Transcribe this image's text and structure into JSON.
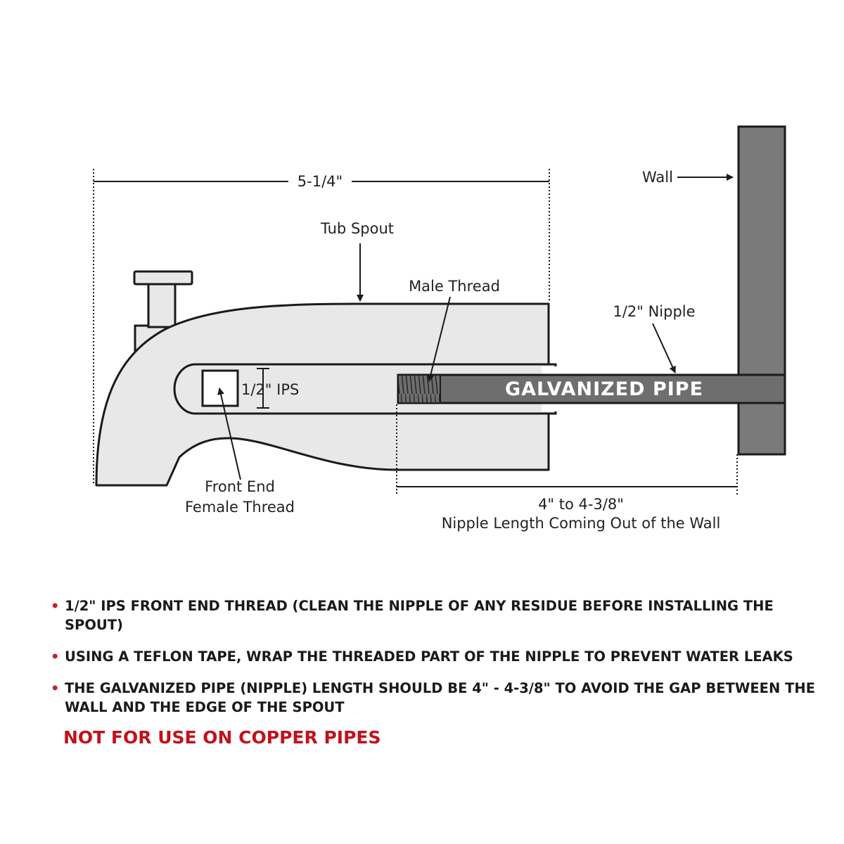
{
  "diagram": {
    "labels": {
      "overall_length": "5-1/4\"",
      "tub_spout": "Tub Spout",
      "male_thread": "Male Thread",
      "wall": "Wall",
      "nipple": "1/2\" Nipple",
      "ips": "1/2\" IPS",
      "pipe": "GALVANIZED PIPE",
      "front_end_line1": "Front End",
      "front_end_line2": "Female Thread",
      "nipple_length_line1": "4\" to 4-3/8\"",
      "nipple_length_line2": "Nipple Length Coming Out of the Wall"
    },
    "colors": {
      "spout_fill": "#e8e8e8",
      "pipe_fill": "#6e6e6e",
      "wall_fill": "#7a7a7a",
      "outline": "#1a1a1a"
    }
  },
  "notes": [
    "1/2\" IPS FRONT END THREAD (CLEAN THE NIPPLE OF ANY RESIDUE BEFORE INSTALLING THE SPOUT)",
    "USING A TEFLON TAPE, WRAP THE THREADED PART OF THE NIPPLE TO PREVENT WATER LEAKS",
    "THE GALVANIZED PIPE (NIPPLE) LENGTH SHOULD BE 4\" - 4-3/8\" TO AVOID THE GAP BETWEEN THE WALL AND THE EDGE OF THE SPOUT"
  ],
  "bullet": "•",
  "warning": "NOT FOR USE ON COPPER PIPES",
  "warning_color": "#c0121c"
}
